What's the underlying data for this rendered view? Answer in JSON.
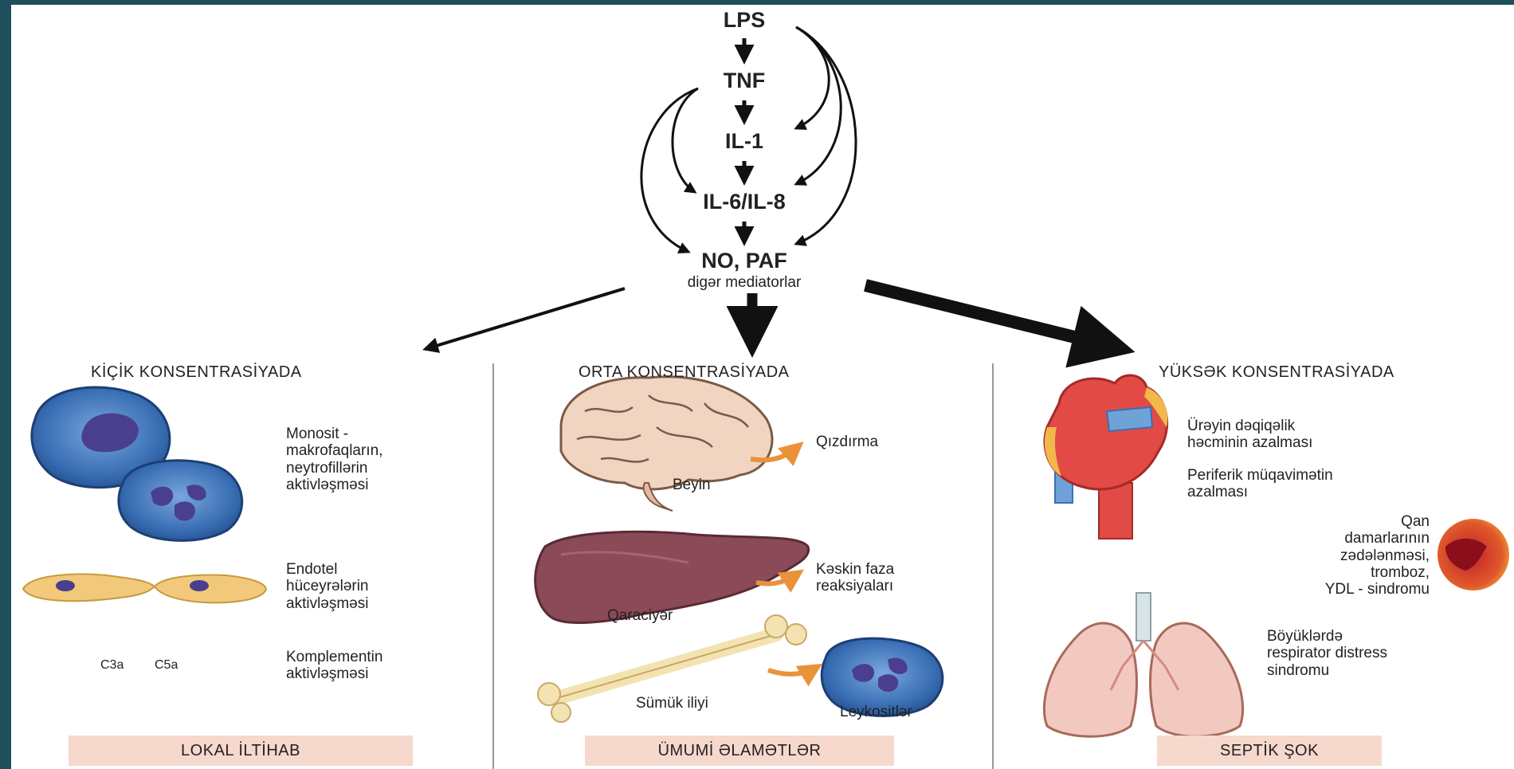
{
  "chain": {
    "lps": "LPS",
    "tnf": "TNF",
    "il1": "IL-1",
    "il6": "IL-6/IL-8",
    "no_paf": "NO, PAF",
    "other": "digər mediatorlar"
  },
  "columns": {
    "low": {
      "heading": "KİÇİK KONSENTRASİYADA",
      "monocyte": "Monosit -\nmakrofaqların,\nneytrofillərin\naktivləşməsi",
      "endothelial": "Endotel\nhüceyrələrin\naktivləşməsi",
      "c3a": "C3a",
      "c5a": "C5a",
      "complement": "Komplementin\naktivləşməsi",
      "footer": "LOKAL İLTİHAB"
    },
    "mid": {
      "heading": "ORTA KONSENTRASİYADA",
      "fever": "Qızdırma",
      "brain": "Beyin",
      "acute_phase": "Kəskin faza\nreaksiyaları",
      "liver": "Qaraciyər",
      "marrow": "Sümük iliyi",
      "leukocytes": "Leykositlər",
      "footer": "ÜMUMİ ƏLAMƏTLƏR"
    },
    "high": {
      "heading": "YÜKSƏK KONSENTRASİYADA",
      "cardiac": "Ürəyin dəqiqəlik\nhəcminin azalması",
      "peripheral": "Periferik müqavimətin\nazalması",
      "vessels": "Qan\ndamarlarının\nzədələnməsi,\ntromboz,\nYDL - sindromu",
      "ards": "Böyüklərdə\nrespirator distress\nsindromu",
      "footer": "SEPTİK ŞOK"
    }
  },
  "colors": {
    "frame": "#1f4f5a",
    "footer_bg": "#f6d8cc",
    "cell_blue": "#3a6fb5",
    "nucleus": "#4a3f8f",
    "arrow_orange": "#e9923a",
    "heart_red": "#e24a45",
    "liver": "#8b4a57",
    "lung": "#f2c9c0"
  }
}
